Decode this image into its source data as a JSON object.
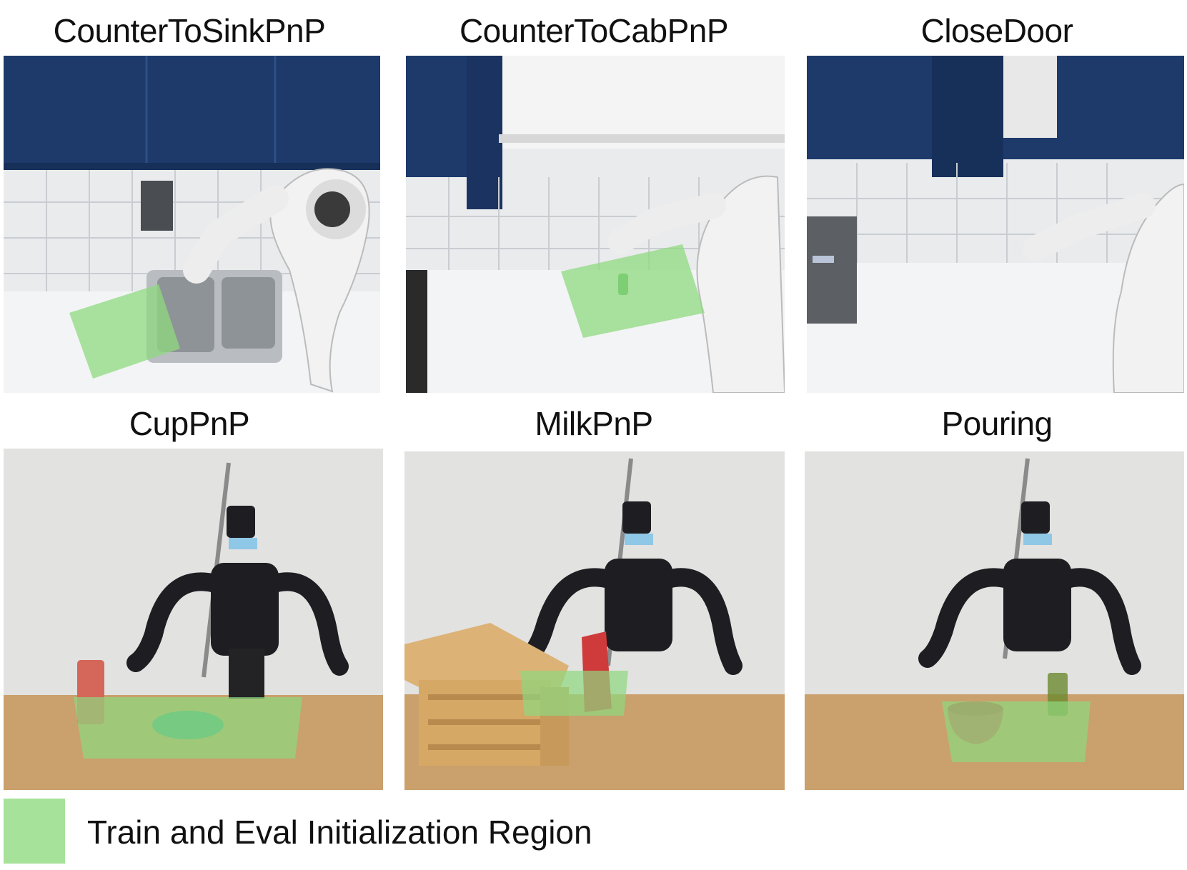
{
  "panels": [
    {
      "title": "CounterToSinkPnP",
      "scene": "kitchen-sink-robot-arm"
    },
    {
      "title": "CounterToCabPnP",
      "scene": "kitchen-cabinet-robot-arm"
    },
    {
      "title": "CloseDoor",
      "scene": "kitchen-door-robot-arm"
    },
    {
      "title": "CupPnP",
      "scene": "humanoid-cup-plate"
    },
    {
      "title": "MilkPnP",
      "scene": "humanoid-milk-crates"
    },
    {
      "title": "Pouring",
      "scene": "humanoid-bowl-cup"
    }
  ],
  "legend": {
    "label": "Train and Eval Initialization Region",
    "color": "#a6e29a"
  },
  "colors": {
    "region": "#8fd97f",
    "cabinet": "#1d3a6b",
    "tile": "#eceef0",
    "table": "#c9a06a",
    "wall": "#dcdcdc"
  }
}
